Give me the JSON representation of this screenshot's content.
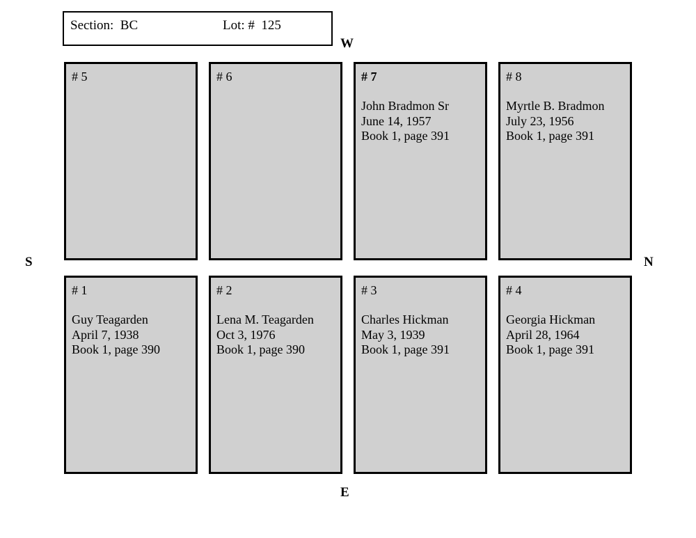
{
  "header": {
    "section_label": "Section:  BC",
    "lot_label": "Lot: #  125"
  },
  "compass": {
    "west": "W",
    "south": "S",
    "north": "N",
    "east": "E"
  },
  "plots": [
    {
      "number": "# 5",
      "bold": true,
      "name": "",
      "date": "",
      "reference": ""
    },
    {
      "number": "# 6",
      "bold": false,
      "name": "",
      "date": "",
      "reference": ""
    },
    {
      "number": "# 7",
      "bold": true,
      "name": "John Bradmon Sr",
      "date": "June 14, 1957",
      "reference": "Book 1, page 391"
    },
    {
      "number": "# 8",
      "bold": false,
      "name": "Myrtle B. Bradmon",
      "date": "July 23, 1956",
      "reference": "Book 1, page 391"
    },
    {
      "number": "# 1",
      "bold": false,
      "name": "Guy Teagarden",
      "date": "April 7, 1938",
      "reference": "Book 1, page 390"
    },
    {
      "number": "# 2",
      "bold": false,
      "name": "Lena M. Teagarden",
      "date": "Oct 3, 1976",
      "reference": "Book 1, page 390"
    },
    {
      "number": "# 3",
      "bold": false,
      "name": "Charles Hickman",
      "date": "May 3, 1939",
      "reference": "Book 1, page 391"
    },
    {
      "number": "# 4",
      "bold": false,
      "name": "Georgia Hickman",
      "date": "April 28, 1964",
      "reference": "Book 1, page 391"
    }
  ]
}
